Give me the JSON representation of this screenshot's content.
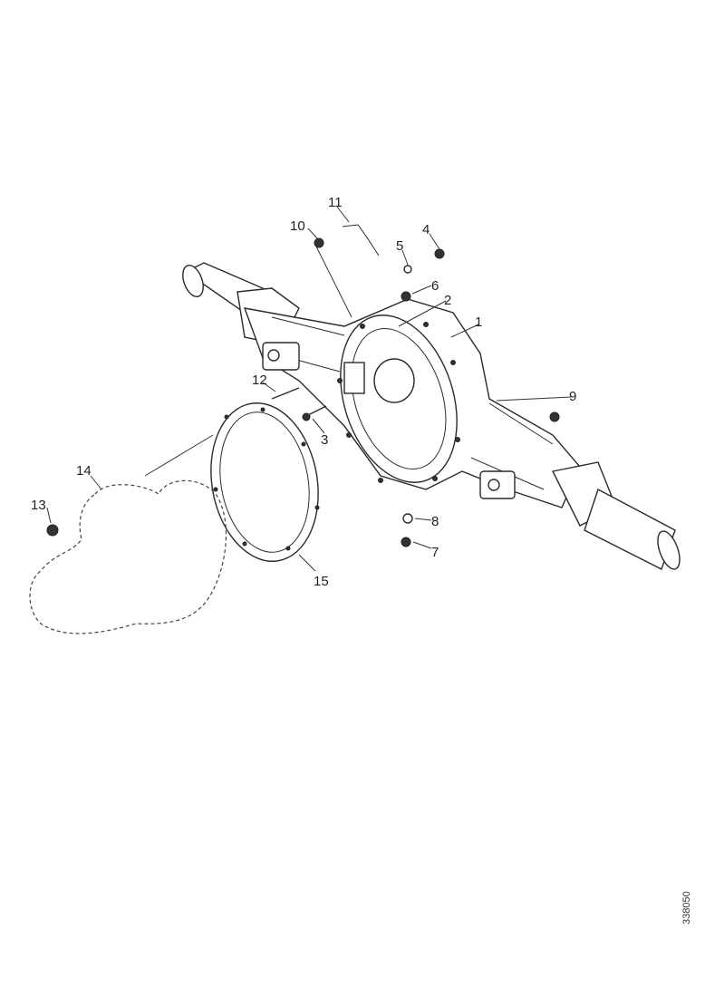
{
  "diagram": {
    "callouts": [
      {
        "id": "1",
        "label": "1"
      },
      {
        "id": "2",
        "label": "2"
      },
      {
        "id": "3",
        "label": "3"
      },
      {
        "id": "4",
        "label": "4"
      },
      {
        "id": "5",
        "label": "5"
      },
      {
        "id": "6",
        "label": "6"
      },
      {
        "id": "7",
        "label": "7"
      },
      {
        "id": "8",
        "label": "8"
      },
      {
        "id": "9",
        "label": "9"
      },
      {
        "id": "10",
        "label": "10"
      },
      {
        "id": "11",
        "label": "11"
      },
      {
        "id": "12",
        "label": "12"
      },
      {
        "id": "13",
        "label": "13"
      },
      {
        "id": "14",
        "label": "14"
      },
      {
        "id": "15",
        "label": "15"
      }
    ],
    "reference_code": "338050"
  }
}
